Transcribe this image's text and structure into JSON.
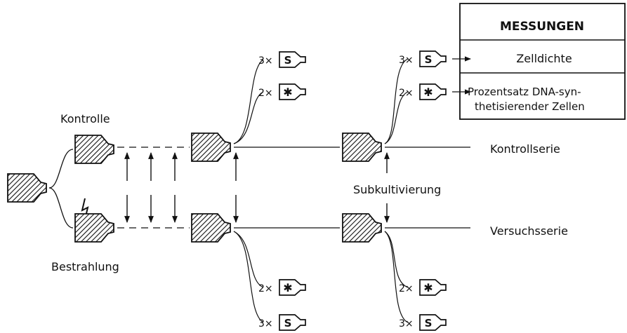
{
  "measurements": {
    "title": "MESSUNGEN",
    "row1": "Zelldichte",
    "row2_line1": "Prozentsatz DNA-syn-",
    "row2_line2": "thetisierender Zellen"
  },
  "labels": {
    "control": "Kontrolle",
    "irradiation": "Bestrahlung",
    "control_series": "Kontrollserie",
    "test_series": "Versuchsserie",
    "subculture": "Subkultivierung"
  },
  "markers": {
    "count_3": "3×",
    "count_2": "2×",
    "s_letter": "S",
    "star_symbol": "✱"
  }
}
